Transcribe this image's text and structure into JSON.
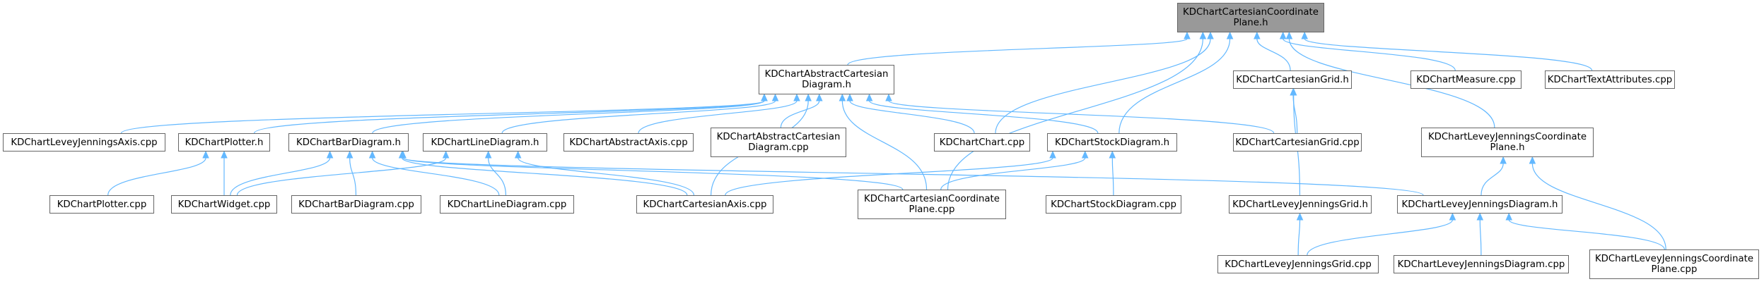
{
  "colors": {
    "edge": "#63B8FF",
    "node_border": "#666666",
    "root_fill": "#999999",
    "node_fill": "#FFFFFF"
  },
  "nodes": [
    {
      "id": "root",
      "lines": [
        "KDChartCartesianCoordinate",
        "Plane.h"
      ],
      "root": true
    },
    {
      "id": "abstract",
      "lines": [
        "KDChartAbstractCartesian",
        "Diagram.h"
      ]
    },
    {
      "id": "grid",
      "lines": [
        "KDChartCartesianGrid.h"
      ]
    },
    {
      "id": "measure",
      "lines": [
        "KDChartMeasure.cpp"
      ]
    },
    {
      "id": "textattr",
      "lines": [
        "KDChartTextAttributes.cpp"
      ]
    },
    {
      "id": "ljaxis",
      "lines": [
        "KDChartLeveyJenningsAxis.cpp"
      ]
    },
    {
      "id": "plotterh",
      "lines": [
        "KDChartPlotter.h"
      ]
    },
    {
      "id": "barh",
      "lines": [
        "KDChartBarDiagram.h"
      ]
    },
    {
      "id": "lineh",
      "lines": [
        "KDChartLineDiagram.h"
      ]
    },
    {
      "id": "absaxis",
      "lines": [
        "KDChartAbstractAxis.cpp"
      ]
    },
    {
      "id": "abscpp",
      "lines": [
        "KDChartAbstractCartesian",
        "Diagram.cpp"
      ]
    },
    {
      "id": "chartcpp",
      "lines": [
        "KDChartChart.cpp"
      ]
    },
    {
      "id": "stockh",
      "lines": [
        "KDChartStockDiagram.h"
      ]
    },
    {
      "id": "gridcpp",
      "lines": [
        "KDChartCartesianGrid.cpp"
      ]
    },
    {
      "id": "ljcoordh",
      "lines": [
        "KDChartLeveyJenningsCoordinate",
        "Plane.h"
      ]
    },
    {
      "id": "plottercpp",
      "lines": [
        "KDChartPlotter.cpp"
      ]
    },
    {
      "id": "widget",
      "lines": [
        "KDChartWidget.cpp"
      ]
    },
    {
      "id": "barcpp",
      "lines": [
        "KDChartBarDiagram.cpp"
      ]
    },
    {
      "id": "linecpp",
      "lines": [
        "KDChartLineDiagram.cpp"
      ]
    },
    {
      "id": "caxis",
      "lines": [
        "KDChartCartesianAxis.cpp"
      ]
    },
    {
      "id": "ccpcpp",
      "lines": [
        "KDChartCartesianCoordinate",
        "Plane.cpp"
      ]
    },
    {
      "id": "stockcpp",
      "lines": [
        "KDChartStockDiagram.cpp"
      ]
    },
    {
      "id": "ljgridh",
      "lines": [
        "KDChartLeveyJenningsGrid.h"
      ]
    },
    {
      "id": "ljdiagh",
      "lines": [
        "KDChartLeveyJenningsDiagram.h"
      ]
    },
    {
      "id": "ljgridcpp",
      "lines": [
        "KDChartLeveyJenningsGrid.cpp"
      ]
    },
    {
      "id": "ljdiagcpp",
      "lines": [
        "KDChartLeveyJenningsDiagram.cpp"
      ]
    },
    {
      "id": "ljcoordcpp",
      "lines": [
        "KDChartLeveyJenningsCoordinate",
        "Plane.cpp"
      ]
    }
  ],
  "edges": [
    [
      "abstract",
      "root"
    ],
    [
      "grid",
      "root"
    ],
    [
      "measure",
      "root"
    ],
    [
      "textattr",
      "root"
    ],
    [
      "ljcoordh",
      "root"
    ],
    [
      "chartcpp",
      "root"
    ],
    [
      "stockh",
      "root"
    ],
    [
      "ccpcpp",
      "root"
    ],
    [
      "ljaxis",
      "abstract"
    ],
    [
      "plotterh",
      "abstract"
    ],
    [
      "barh",
      "abstract"
    ],
    [
      "lineh",
      "abstract"
    ],
    [
      "absaxis",
      "abstract"
    ],
    [
      "abscpp",
      "abstract"
    ],
    [
      "chartcpp",
      "abstract"
    ],
    [
      "stockh",
      "abstract"
    ],
    [
      "gridcpp",
      "abstract"
    ],
    [
      "caxis",
      "abstract"
    ],
    [
      "ccpcpp",
      "abstract"
    ],
    [
      "gridcpp",
      "grid"
    ],
    [
      "ljgridh",
      "grid"
    ],
    [
      "plottercpp",
      "plotterh"
    ],
    [
      "widget",
      "plotterh"
    ],
    [
      "widget",
      "barh"
    ],
    [
      "barcpp",
      "barh"
    ],
    [
      "linecpp",
      "barh"
    ],
    [
      "caxis",
      "barh"
    ],
    [
      "ccpcpp",
      "barh"
    ],
    [
      "ljdiagh",
      "barh"
    ],
    [
      "widget",
      "lineh"
    ],
    [
      "linecpp",
      "lineh"
    ],
    [
      "caxis",
      "lineh"
    ],
    [
      "caxis",
      "stockh"
    ],
    [
      "ccpcpp",
      "stockh"
    ],
    [
      "stockcpp",
      "stockh"
    ],
    [
      "ljdiagh",
      "ljcoordh"
    ],
    [
      "ljcoordcpp",
      "ljcoordh"
    ],
    [
      "ljgridcpp",
      "ljgridh"
    ],
    [
      "ljgridcpp",
      "ljdiagh"
    ],
    [
      "ljdiagcpp",
      "ljdiagh"
    ],
    [
      "ljcoordcpp",
      "ljdiagh"
    ]
  ]
}
